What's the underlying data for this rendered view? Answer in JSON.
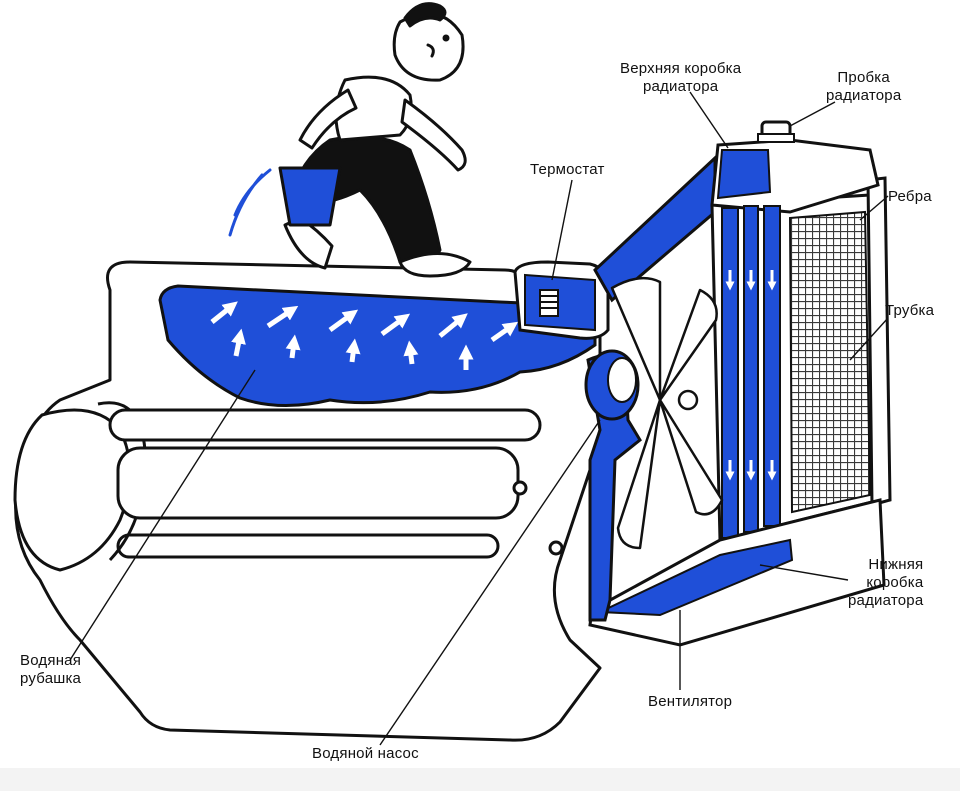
{
  "labels": {
    "upper_tank": [
      "Верхняя коробка",
      "радиатора"
    ],
    "radiator_cap": [
      "Пробка",
      "радиатора"
    ],
    "thermostat": "Термостат",
    "fins": "Ребра",
    "tube": "Трубка",
    "lower_tank": [
      "Нижняя",
      "коробка",
      "радиатора"
    ],
    "water_jacket": [
      "Водяная",
      "рубашка"
    ],
    "fan": "Вентилятор",
    "water_pump": "Водяной насос"
  },
  "colors": {
    "coolant": "#1f4fd8",
    "outline": "#111111",
    "body": "#ffffff",
    "grille": "#555555"
  }
}
